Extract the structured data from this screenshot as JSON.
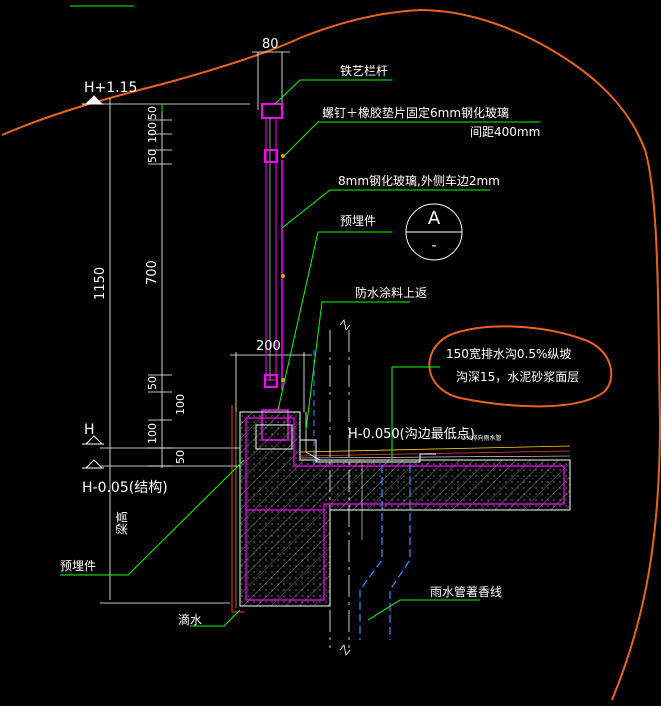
{
  "labels": {
    "rail": "铁艺栏杆",
    "bolt_line1": "螺钉＋橡胶垫片固定6mm钢化玻璃",
    "bolt_line2": "间距400mm",
    "glass": "8mm钢化玻璃,外侧车边2mm",
    "embed_top": "预埋件",
    "waterproof": "防水涂料上返",
    "drain_line1": "150宽排水沟0.5%纵坡",
    "drain_line2": "沟深15，水泥砂浆面层",
    "elev_drain": "H-0.050(沟边最低点)",
    "elev_drain_small": "2%排向雨水管",
    "embed_bottom": "预埋件",
    "drip": "滴水",
    "pipe": "雨水管著香线",
    "beam_height": "梁高"
  },
  "elevations": {
    "top": "H+1.15",
    "base": "H",
    "struct": "H-0.05(结构)"
  },
  "dims": {
    "w80": "80",
    "w200": "200",
    "total": "1150",
    "d700": "700",
    "d50a": "50",
    "d100a": "100",
    "d50b": "50",
    "d50c": "50",
    "d100b": "100",
    "d100c": "100",
    "d50d": "50"
  },
  "callout": {
    "letter": "A",
    "sub": "-"
  },
  "colors": {
    "background": "#000000",
    "leader": "#00ff00",
    "text": "#ffffff",
    "glass": "#ff00ff",
    "structure": "#ff00ff",
    "concrete": "#ffffff",
    "pipe": "#3c8cff",
    "axis": "#ffffff",
    "markup": "#e8641e",
    "edge": "#ff3030"
  }
}
